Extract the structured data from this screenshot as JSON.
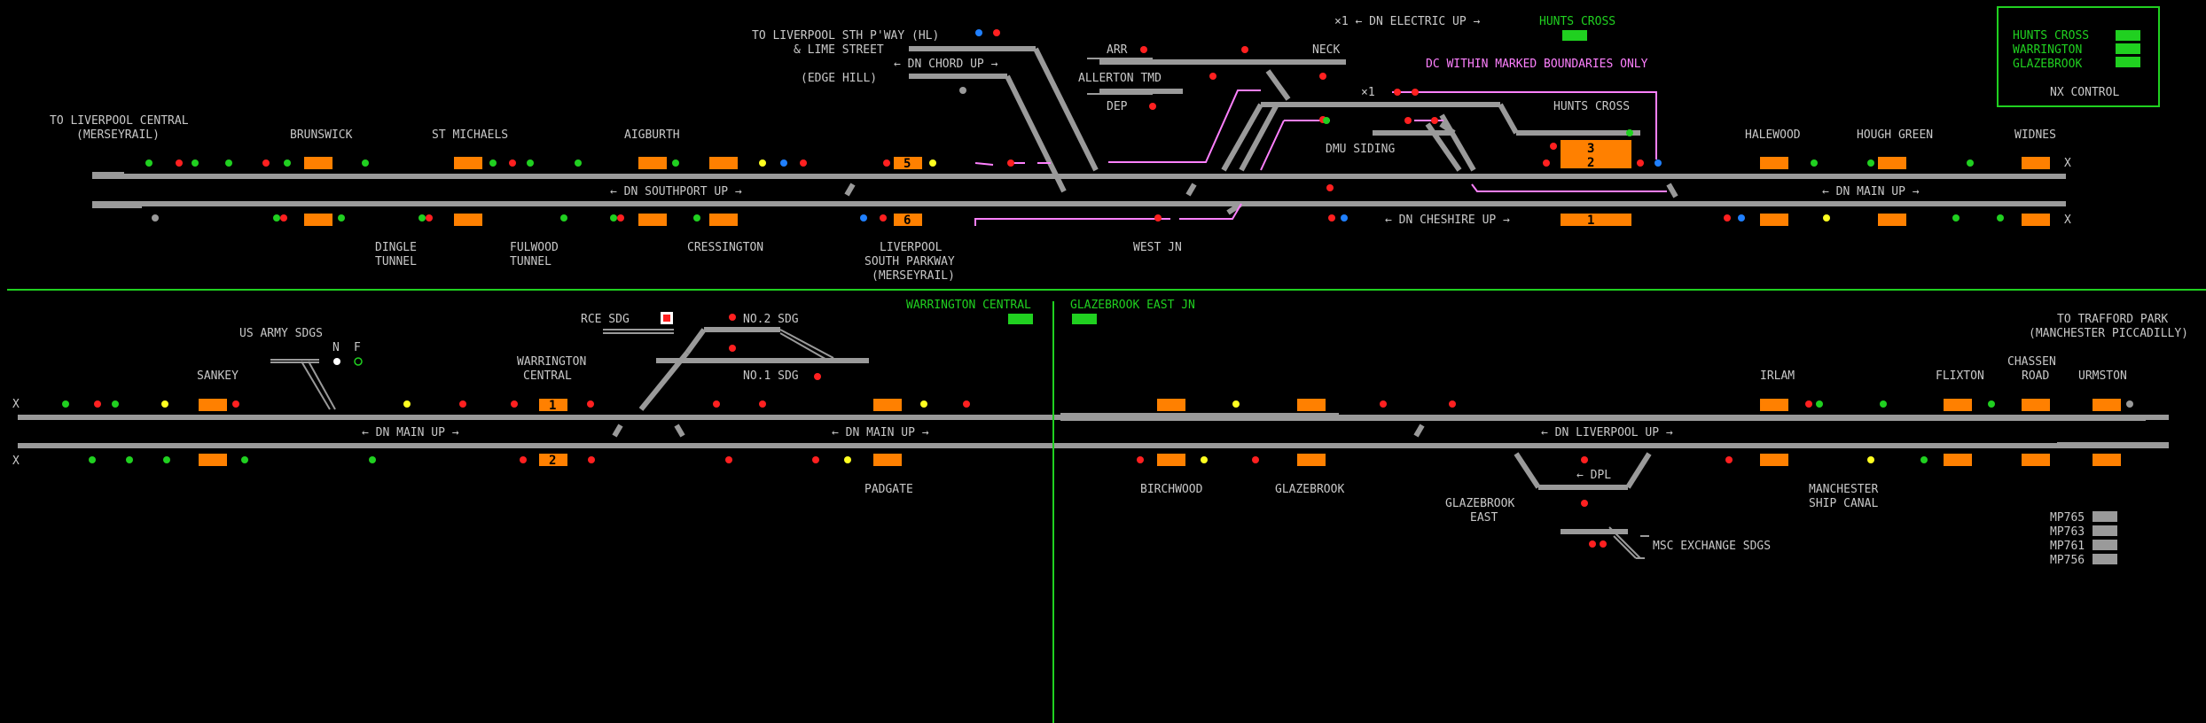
{
  "colors": {
    "background": "#000000",
    "track": "#9a9a9a",
    "track_circuit_occupied": "#ff8000",
    "signal_red": "#ff2020",
    "signal_green": "#20d020",
    "signal_yellow": "#ffff20",
    "signal_blue": "#2080ff",
    "electric_boundary": "#ff80ff",
    "panel_green": "#20d020",
    "label_text": "#c8c8c8"
  },
  "upper_panel": {
    "labels": {
      "to_liverpool_central": "TO LIVERPOOL CENTRAL",
      "merseyrail": "(MERSEYRAIL)",
      "brunswick": "BRUNSWICK",
      "st_michaels": "ST MICHAELS",
      "aigburth": "AIGBURTH",
      "dingle": "DINGLE",
      "tunnel1": "TUNNEL",
      "fulwood": "FULWOOD",
      "tunnel2": "TUNNEL",
      "cressington": "CRESSINGTON",
      "lsp1": "LIVERPOOL",
      "lsp2": "SOUTH PARKWAY",
      "lsp3": "(MERSEYRAIL)",
      "west_jn": "WEST JN",
      "to_liverpool_sth": "TO LIVERPOOL STH P'WAY (HL)",
      "lime_street": "& LIME STREET",
      "dn_chord_up": "← DN CHORD UP →",
      "edge_hill": "(EDGE HILL)",
      "arr": "ARR",
      "allerton_tmd": "ALLERTON TMD",
      "dep": "DEP",
      "neck": "NECK",
      "dn_electric_up": "×1 ← DN ELECTRIC UP →",
      "x1": "×1",
      "dmu_siding": "DMU SIDING",
      "hunts_cross": "HUNTS CROSS",
      "hunts_cross_green": "HUNTS CROSS",
      "dc_boundary": "DC WITHIN MARKED BOUNDARIES ONLY",
      "halewood": "HALEWOOD",
      "hough_green": "HOUGH GREEN",
      "widnes": "WIDNES",
      "dn_southport_up": "← DN SOUTHPORT UP →",
      "dn_cheshire_up": "← DN CHESHIRE UP →",
      "dn_main_up": "← DN MAIN UP →",
      "x_right_top": "X",
      "x_right_bot": "X"
    },
    "berths": [
      "5",
      "6",
      "3",
      "2",
      "1"
    ]
  },
  "nx_control": {
    "title": "NX CONTROL",
    "rows": [
      "HUNTS CROSS",
      "WARRINGTON",
      "GLAZEBROOK"
    ]
  },
  "lower_panel": {
    "labels": {
      "warrington_central_green": "WARRINGTON CENTRAL",
      "glazebrook_east_jn_green": "GLAZEBROOK EAST JN",
      "us_army_sdgs": "US ARMY SDGS",
      "n": "N",
      "f": "F",
      "sankey": "SANKEY",
      "warrington": "WARRINGTON",
      "central": "CENTRAL",
      "rce_sdg": "RCE SDG",
      "no2_sdg": "NO.2 SDG",
      "no1_sdg": "NO.1 SDG",
      "dn_main_up_1": "← DN MAIN UP →",
      "dn_main_up_2": "← DN MAIN UP →",
      "padgate": "PADGATE",
      "birchwood": "BIRCHWOOD",
      "glazebrook": "GLAZEBROOK",
      "dn_liverpool_up": "← DN LIVERPOOL UP →",
      "dpl": "← DPL",
      "glazebrook_east1": "GLAZEBROOK",
      "glazebrook_east2": "EAST",
      "msc_exchange": "MSC EXCHANGE SDGS",
      "irlam": "IRLAM",
      "flixton": "FLIXTON",
      "chassen": "CHASSEN",
      "road": "ROAD",
      "urmston": "URMSTON",
      "manchester": "MANCHESTER",
      "ship_canal": "SHIP CANAL",
      "to_trafford_park": "TO TRAFFORD PARK",
      "manchester_piccadilly": "(MANCHESTER PICCADILLY)",
      "x_left_top": "X",
      "x_left_bot": "X"
    },
    "berths": [
      "1",
      "2"
    ],
    "mileposts": [
      "MP765",
      "MP763",
      "MP761",
      "MP756"
    ]
  }
}
